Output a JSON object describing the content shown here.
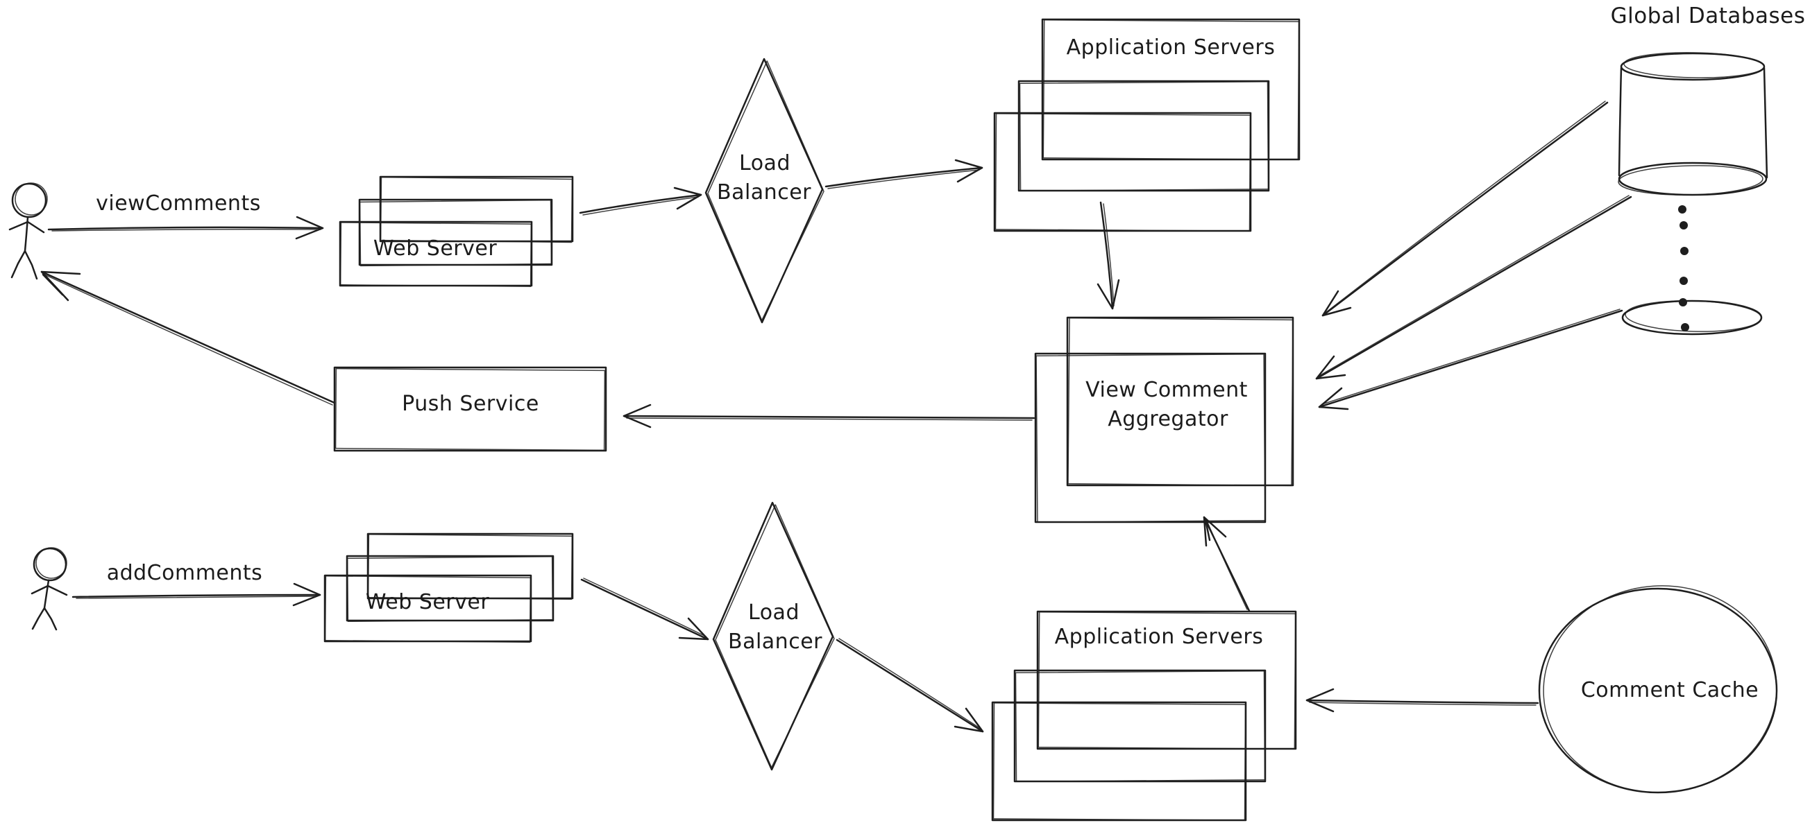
{
  "canvas": {
    "background_color": "#ffffff",
    "ink_color": "#1e1e1e"
  },
  "nodes": {
    "web_server_view": {
      "label": "Web Server"
    },
    "load_balancer_view": {
      "line1": "Load",
      "line2": "Balancer"
    },
    "application_servers_view": {
      "label": "Application Servers"
    },
    "global_databases": {
      "label": "Global Databases"
    },
    "view_comment_aggregator": {
      "line1": "View Comment",
      "line2": "Aggregator"
    },
    "push_service": {
      "label": "Push Service"
    },
    "web_server_add": {
      "label": "Web Server"
    },
    "load_balancer_add": {
      "line1": "Load",
      "line2": "Balancer"
    },
    "application_servers_add": {
      "label": "Application Servers"
    },
    "comment_cache": {
      "label": "Comment Cache"
    }
  },
  "edges": {
    "view_comments": {
      "label": "viewComments"
    },
    "add_comments": {
      "label": "addComments"
    }
  }
}
